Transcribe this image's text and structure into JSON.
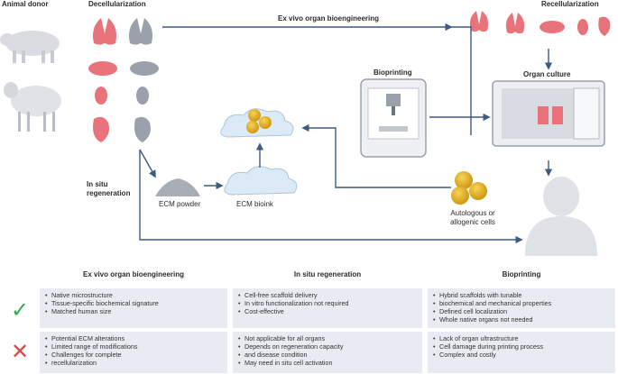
{
  "labels": {
    "animal_donor": "Animal donor",
    "decellularization": "Decellularization",
    "ex_vivo": "Ex vivo organ bioengineering",
    "recellularization": "Recellularization",
    "organ_culture": "Organ culture",
    "bioprinting": "Bioprinting",
    "in_situ_1": "In situ",
    "in_situ_2": "regeneration",
    "ecm_powder": "ECM powder",
    "ecm_bioink": "ECM bioink",
    "cells_1": "Autologous or",
    "cells_2": "allogenic cells"
  },
  "table": {
    "headers": [
      "Ex vivo organ bioengineering",
      "In situ regeneration",
      "Bioprinting"
    ],
    "pros": [
      [
        "Native microstructure",
        "Tissue-specific biochemical signature",
        "Matched human size"
      ],
      [
        "Cell-free scaffold delivery",
        "In vitro functionalization not required",
        "Cost-effective"
      ],
      [
        "Hybrid scaffolds with tunable",
        "biochemical and mechanical properties",
        "Defined cell localization",
        "Whole native organs not needed"
      ]
    ],
    "cons": [
      [
        "Potential ECM alterations",
        "Limited range of modifications",
        "Challenges for complete",
        "recellularization"
      ],
      [
        "Not applicable for all organs",
        "Depends on regeneration capacity",
        "and disease condition",
        "May need in situ cell activation"
      ],
      [
        "Lack of organ ultrastructure",
        "Cell damage during printing process",
        "Complex and costly"
      ]
    ],
    "pro_symbol": "✓",
    "con_symbol": "✕"
  },
  "colors": {
    "arrow": "#3d5a80",
    "organ_red": "#e8737a",
    "organ_grey": "#9aa1ab",
    "cell_fill": "#e8ecf2",
    "check": "#3aa84a",
    "cross": "#d9474a",
    "gold": "#e8b423"
  }
}
